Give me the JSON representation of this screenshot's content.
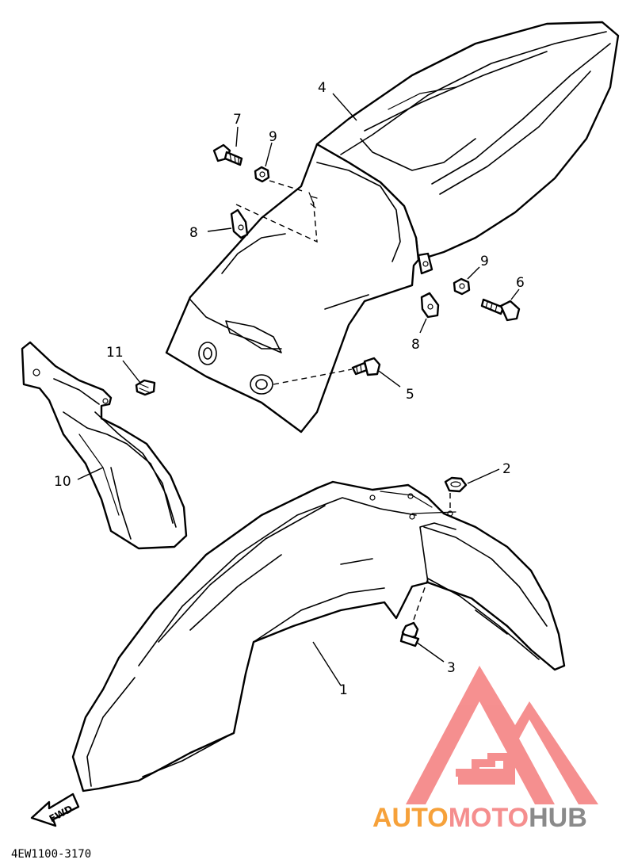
{
  "parts": {
    "callout_1": "1",
    "callout_2": "2",
    "callout_3": "3",
    "callout_4": "4",
    "callout_5": "5",
    "callout_6": "6",
    "callout_7": "7",
    "callout_8_left": "8",
    "callout_8_right": "8",
    "callout_9_left": "9",
    "callout_9_right": "9",
    "callout_10": "10",
    "callout_11": "11"
  },
  "direction_marker": {
    "label": "FWD"
  },
  "diagram_code": "4EW1100-3170",
  "watermark": {
    "text_part1": "AUTO",
    "text_part2": "MOTO",
    "text_part3": "HUB",
    "colors": {
      "orange": "#f6a13a",
      "pink": "#f58e8e",
      "gray": "#8a8a8a",
      "logo_red": "#f47c7c"
    }
  }
}
